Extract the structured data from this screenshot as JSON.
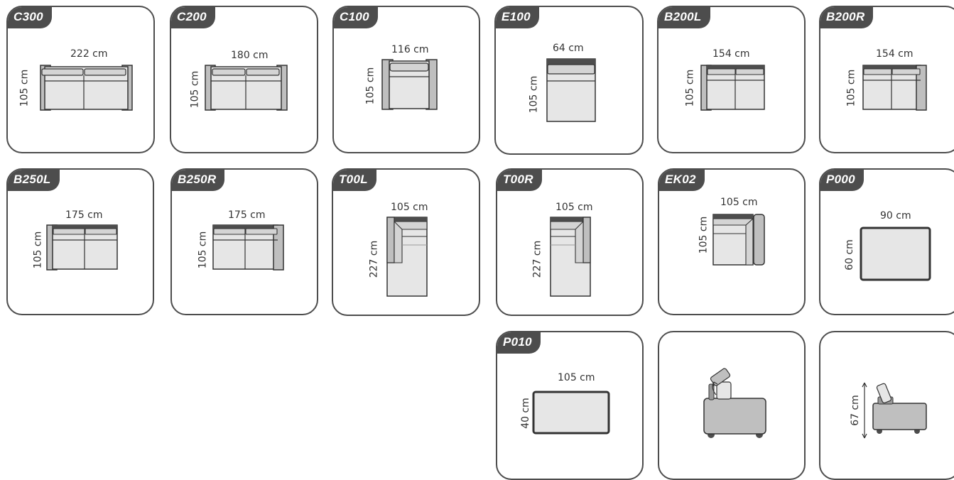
{
  "modules": [
    {
      "code": "C300",
      "width": "222 cm",
      "depth": "105 cm"
    },
    {
      "code": "C200",
      "width": "180 cm",
      "depth": "105 cm"
    },
    {
      "code": "C100",
      "width": "116 cm",
      "depth": "105 cm"
    },
    {
      "code": "E100",
      "width": "64 cm",
      "depth": "105 cm"
    },
    {
      "code": "B200L",
      "width": "154 cm",
      "depth": "105 cm"
    },
    {
      "code": "B200R",
      "width": "154 cm",
      "depth": "105 cm"
    },
    {
      "code": "B250L",
      "width": "175 cm",
      "depth": "105 cm"
    },
    {
      "code": "B250R",
      "width": "175 cm",
      "depth": "105 cm"
    },
    {
      "code": "T00L",
      "width": "105 cm",
      "depth": "227 cm"
    },
    {
      "code": "T00R",
      "width": "105 cm",
      "depth": "227 cm"
    },
    {
      "code": "EK02",
      "width": "105 cm",
      "depth": "105 cm"
    },
    {
      "code": "P000",
      "width": "90 cm",
      "depth": "60 cm"
    },
    {
      "code": "P010",
      "width": "105 cm",
      "depth": "40 cm"
    }
  ],
  "side_view": {
    "height": "67 cm"
  },
  "colors": {
    "tag": "#4d4d4d",
    "frame": "#4d4d4d",
    "arm": "#bfbfbf",
    "seat": "#e6e6e6",
    "cushion": "#f2f2f2"
  }
}
